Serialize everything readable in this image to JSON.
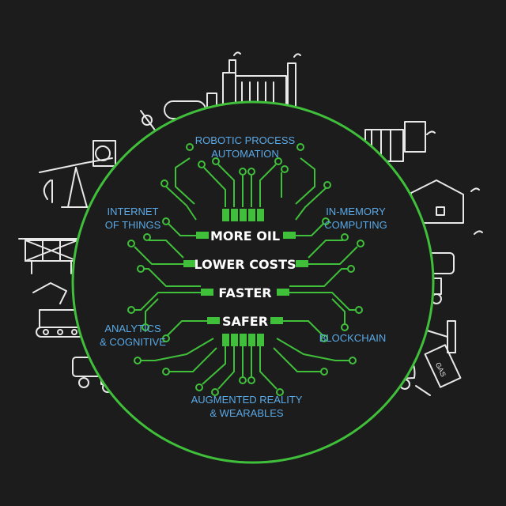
{
  "colors": {
    "background": "#1c1c1c",
    "accent_green": "#3fbf3a",
    "label_blue": "#5aa9e6",
    "icon_white": "#e8e8e8"
  },
  "technologies": {
    "rpa": [
      "ROBOTIC PROCESS",
      "AUTOMATION"
    ],
    "iot": [
      "INTERNET",
      "OF THINGS"
    ],
    "in_memory": [
      "IN-MEMORY",
      "COMPUTING"
    ],
    "analytics": [
      "ANALYTICS",
      "& COGNITIVE"
    ],
    "blockchain": [
      "BLOCKCHAIN"
    ],
    "ar": [
      "AUGMENTED REALITY",
      "& WEARABLES"
    ]
  },
  "outcomes": [
    "MORE OIL",
    "LOWER COSTS",
    "FASTER",
    "SAFER"
  ],
  "gas_sign": "GAS",
  "icons": [
    "refinery-icon",
    "oil-pump-icon",
    "drill-rig-icon",
    "tank-truck-icon",
    "excavator-icon",
    "house-icon",
    "gas-pump-icon",
    "car-icon",
    "chimney-icon"
  ]
}
